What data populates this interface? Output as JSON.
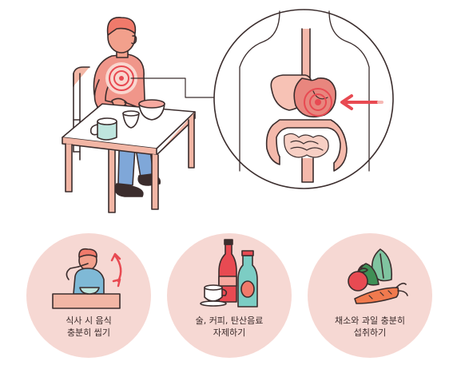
{
  "colors": {
    "line": "#3b2d2d",
    "skin": "#f2a08c",
    "pink": "#f9d7cf",
    "red": "#e84a52",
    "shirt": "#f0968a",
    "jeans": "#7fa7d8",
    "mint": "#bfe5de",
    "teal": "#7ccdc4",
    "orange": "#f07a4e",
    "green": "#3f8f55",
    "leaf": "#7fc4a0",
    "organ_pink": "#f4b9ab",
    "circle_bg": "#f6d8d3"
  },
  "tips": [
    {
      "line1": "식사 시 음식",
      "line2": "충분히 씹기"
    },
    {
      "line1": "술, 커피, 탄산음료",
      "line2": "자제하기"
    },
    {
      "line1": "채소와 과일 충분히",
      "line2": "섭취하기"
    }
  ]
}
